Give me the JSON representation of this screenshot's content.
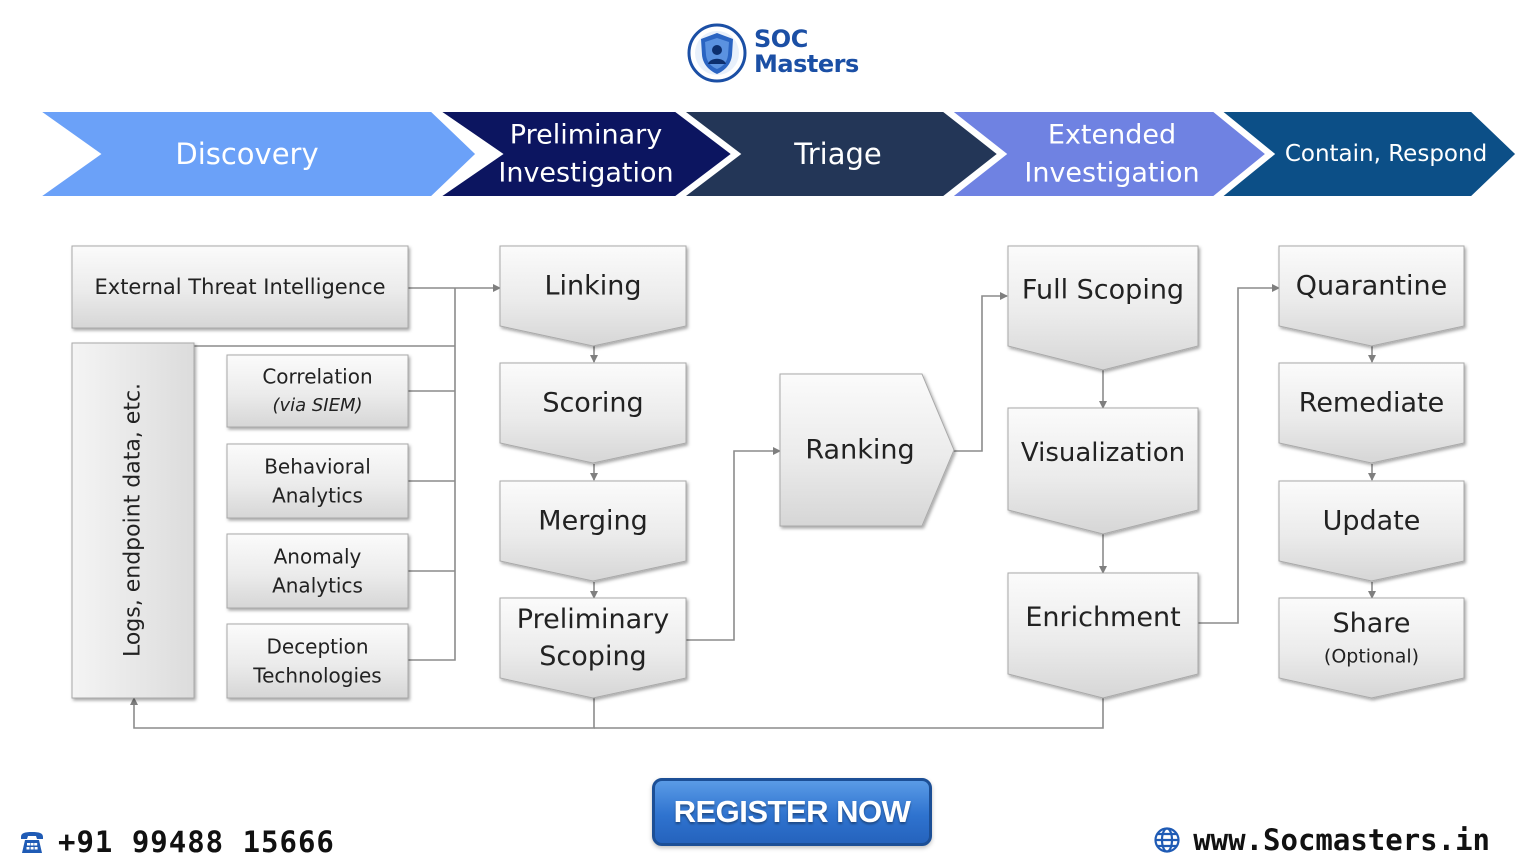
{
  "brand": {
    "name_line1": "SOC",
    "name_line2": "Masters",
    "color": "#1b4fa5"
  },
  "phases": [
    {
      "lines": [
        "Discovery"
      ],
      "color": "#6ba1f8"
    },
    {
      "lines": [
        "Preliminary",
        "Investigation"
      ],
      "color": "#0c1560"
    },
    {
      "lines": [
        "Triage"
      ],
      "color": "#233657"
    },
    {
      "lines": [
        "Extended",
        "Investigation"
      ],
      "color": "#6f82e2"
    },
    {
      "lines": [
        "Contain, Respond"
      ],
      "color": "#0c4f87"
    }
  ],
  "sources": {
    "external": "External Threat Intelligence",
    "logs": "Logs, endpoint data, etc.",
    "correlation": [
      "Correlation",
      "(via SIEM)"
    ],
    "behavioral": [
      "Behavioral",
      "Analytics"
    ],
    "anomaly": [
      "Anomaly",
      "Analytics"
    ],
    "deception": [
      "Deception",
      "Technologies"
    ]
  },
  "preliminary_steps": [
    {
      "lines": [
        "Linking"
      ]
    },
    {
      "lines": [
        "Scoring"
      ]
    },
    {
      "lines": [
        "Merging"
      ]
    },
    {
      "lines": [
        "Preliminary",
        "Scoping"
      ]
    }
  ],
  "triage_step": "Ranking",
  "extended_steps": [
    {
      "lines": [
        "Full Scoping"
      ]
    },
    {
      "lines": [
        "Visualization"
      ]
    },
    {
      "lines": [
        "Enrichment"
      ]
    }
  ],
  "respond_steps": [
    {
      "lines": [
        "Quarantine"
      ]
    },
    {
      "lines": [
        "Remediate"
      ]
    },
    {
      "lines": [
        "Update"
      ]
    },
    {
      "lines": [
        "Share",
        "(Optional)"
      ]
    }
  ],
  "footer": {
    "phone": "+91 99488 15666",
    "register": "REGISTER NOW",
    "website": "www.Socmasters.in"
  }
}
